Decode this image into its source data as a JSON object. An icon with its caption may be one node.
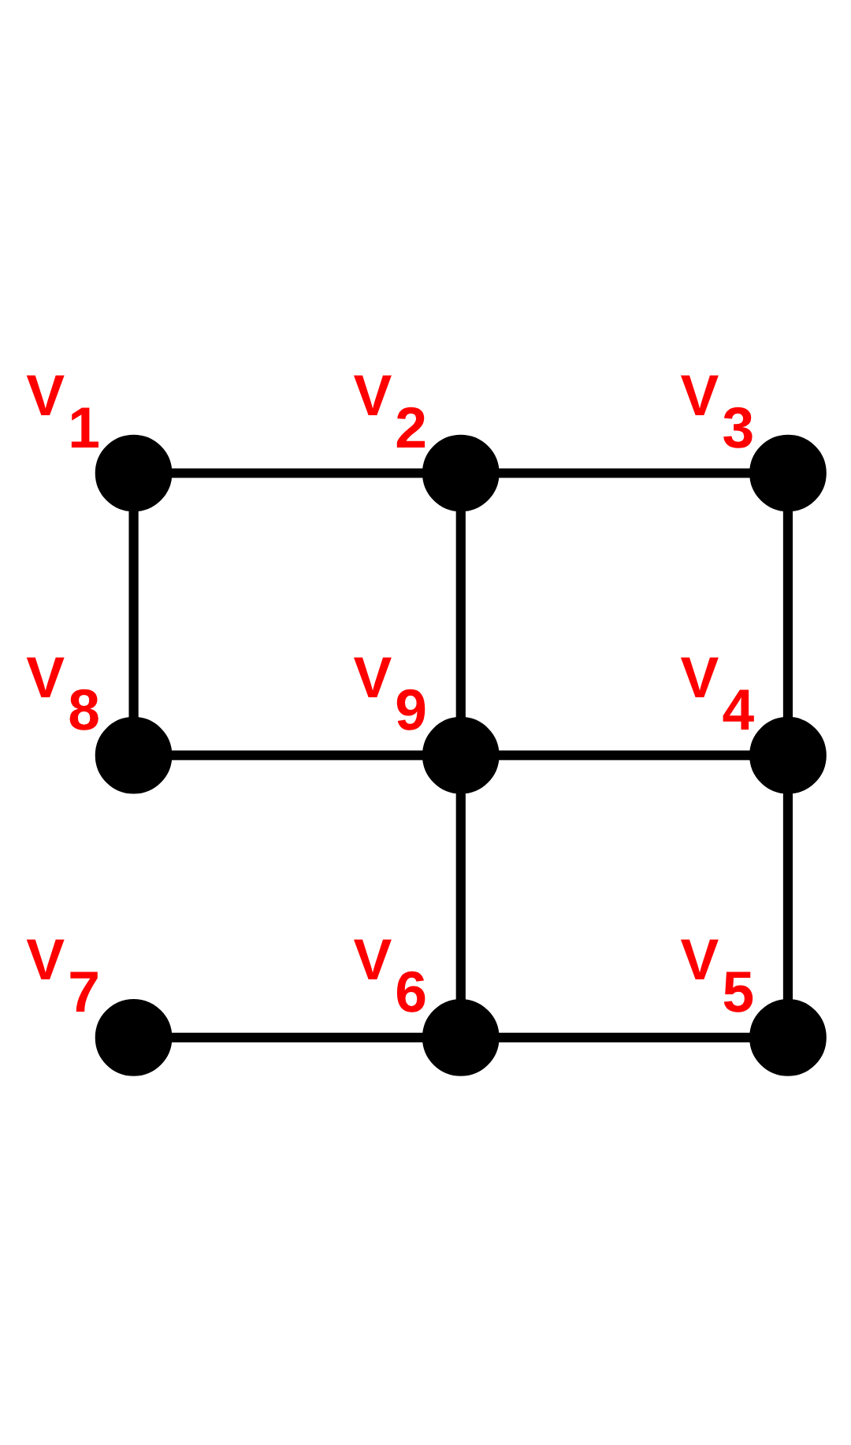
{
  "diagram": {
    "nodes": [
      {
        "text": [],
        "shape": "circle",
        "beside": [
          "V$_{1}$"
        ]
      },
      {
        "text": [],
        "shape": "circle",
        "beside": [
          "V$_{2}$"
        ]
      },
      {
        "text": [],
        "shape": "circle",
        "beside": [
          "V$_{3}$"
        ]
      },
      {
        "text": [],
        "shape": "circle",
        "beside": [
          "V$_{8}$"
        ]
      },
      {
        "text": [],
        "shape": "circle",
        "beside": [
          "V$_{9}$"
        ]
      },
      {
        "text": [],
        "shape": "circle",
        "beside": [
          "V$_{4}$"
        ]
      },
      {
        "text": [],
        "shape": "circle",
        "beside": [
          "V$_{7}$"
        ]
      },
      {
        "text": [],
        "shape": "circle",
        "beside": [
          "V$_{6}$"
        ]
      },
      {
        "text": [],
        "shape": "circle",
        "beside": [
          "V$_{5}$"
        ]
      }
    ],
    "edges": [
      {
        "from": 0,
        "to": 1,
        "arrow": "none"
      },
      {
        "from": 1,
        "to": 2,
        "arrow": "none"
      },
      {
        "from": 0,
        "to": 3,
        "arrow": "none"
      },
      {
        "from": 1,
        "to": 4,
        "arrow": "none"
      },
      {
        "from": 2,
        "to": 5,
        "arrow": "none"
      },
      {
        "from": 3,
        "to": 4,
        "arrow": "none"
      },
      {
        "from": 4,
        "to": 5,
        "arrow": "none"
      },
      {
        "from": 4,
        "to": 7,
        "arrow": "none"
      },
      {
        "from": 5,
        "to": 8,
        "arrow": "none"
      },
      {
        "from": 6,
        "to": 7,
        "arrow": "none"
      },
      {
        "from": 7,
        "to": 8,
        "arrow": "none"
      }
    ]
  }
}
